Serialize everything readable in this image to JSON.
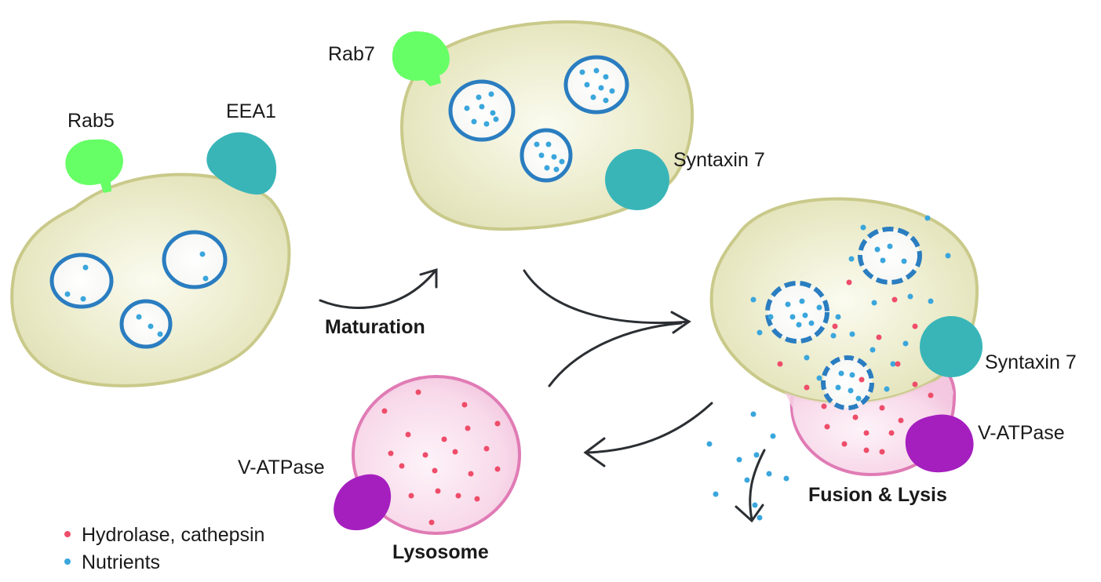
{
  "labels": {
    "rab5": "Rab5",
    "eea1": "EEA1",
    "rab7": "Rab7",
    "syntaxin7_top": "Syntaxin 7",
    "syntaxin7_right": "Syntaxin 7",
    "vatpase_right": "V-ATPase",
    "vatpase_left": "V-ATPase",
    "maturation": "Maturation",
    "fusion_lysis": "Fusion & Lysis",
    "lysosome": "Lysosome"
  },
  "legend": {
    "hydrolase": "Hydrolase, cathepsin",
    "nutrients": "Nutrients"
  },
  "colors": {
    "endosome_fill": "#e8e8c4",
    "endosome_stroke": "#c9c98a",
    "vesicle_stroke": "#2a7dc0",
    "nutrient": "#3aa6dc",
    "hydrolase": "#ee4d6a",
    "lysosome_fill": "#f6d3e6",
    "lysosome_stroke": "#e07bb5",
    "rab_green": "#66ff66",
    "syntaxin_teal": "#39b5b8",
    "vatpase_purple": "#a51fbf",
    "arrow": "#2b2f33"
  }
}
